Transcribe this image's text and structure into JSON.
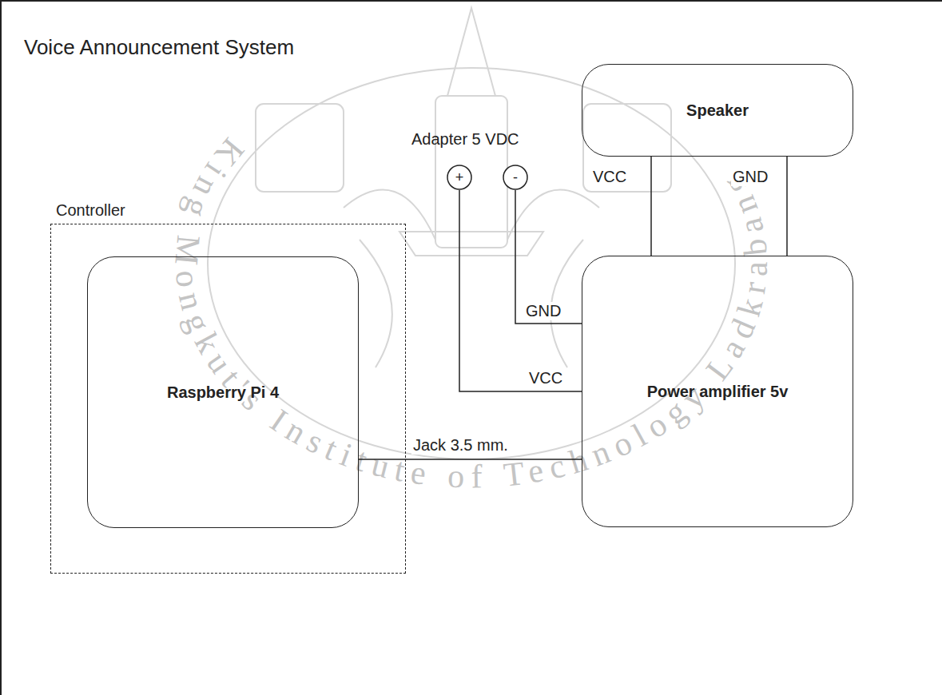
{
  "diagram": {
    "title": "Voice Announcement System",
    "nodes": [
      {
        "text": [
          "Controller"
        ]
      },
      {
        "text": [
          "Raspberry Pi 4"
        ],
        "in": 0
      },
      {
        "text": [
          "Speaker"
        ]
      },
      {
        "text": [
          "+"
        ]
      },
      {
        "text": [
          "-"
        ]
      },
      {
        "text": [
          "Power amplifier 5v"
        ]
      }
    ],
    "edges": [
      {
        "from": 3,
        "to": 5,
        "label": "VCC",
        "arrow": "none"
      },
      {
        "from": 4,
        "to": 5,
        "label": "GND",
        "arrow": "none"
      },
      {
        "from": 2,
        "to": 5,
        "label": "VCC",
        "arrow": "none"
      },
      {
        "from": 2,
        "to": 5,
        "label": "GND",
        "arrow": "none"
      },
      {
        "from": 1,
        "to": 5,
        "label": "Jack 3.5 mm.",
        "arrow": "none"
      }
    ],
    "labels": [
      "Adapter 5 VDC",
      "King Mongkut's Institute of Technology Ladkrabang"
    ]
  }
}
